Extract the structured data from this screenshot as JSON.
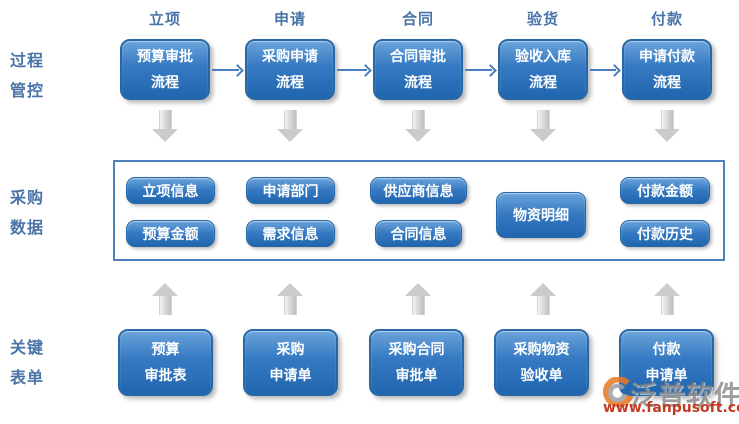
{
  "colors": {
    "box_blue": "#2f74be",
    "box_border_blue": "#2a67a5",
    "frame_blue": "#4f81bd",
    "label_blue": "#4a74a8",
    "arrow_gray": "#cbcbcb",
    "watermark_red": "#c23b22",
    "watermark_orange": "#e87722"
  },
  "row_labels": {
    "process": "过程\n管控",
    "data": "采购\n数据",
    "forms": "关键\n表单"
  },
  "stage_headers": [
    "立项",
    "申请",
    "合同",
    "验货",
    "付款"
  ],
  "process_boxes": [
    "预算审批\n流程",
    "采购申请\n流程",
    "合同审批\n流程",
    "验收入库\n流程",
    "申请付款\n流程"
  ],
  "data_groups": [
    {
      "items": [
        "立项信息",
        "预算金额"
      ]
    },
    {
      "items": [
        "申请部门",
        "需求信息"
      ]
    },
    {
      "items": [
        "供应商信息",
        "合同信息"
      ]
    },
    {
      "items": [
        "物资明细"
      ]
    },
    {
      "items": [
        "付款金额",
        "付款历史"
      ]
    }
  ],
  "form_boxes": [
    "预算\n审批表",
    "采购\n申请单",
    "采购合同\n审批单",
    "采购物资\n验收单",
    "付款\n申请单"
  ],
  "watermark": {
    "brand": "泛普软件",
    "url": "www.fanpusoft.com"
  }
}
